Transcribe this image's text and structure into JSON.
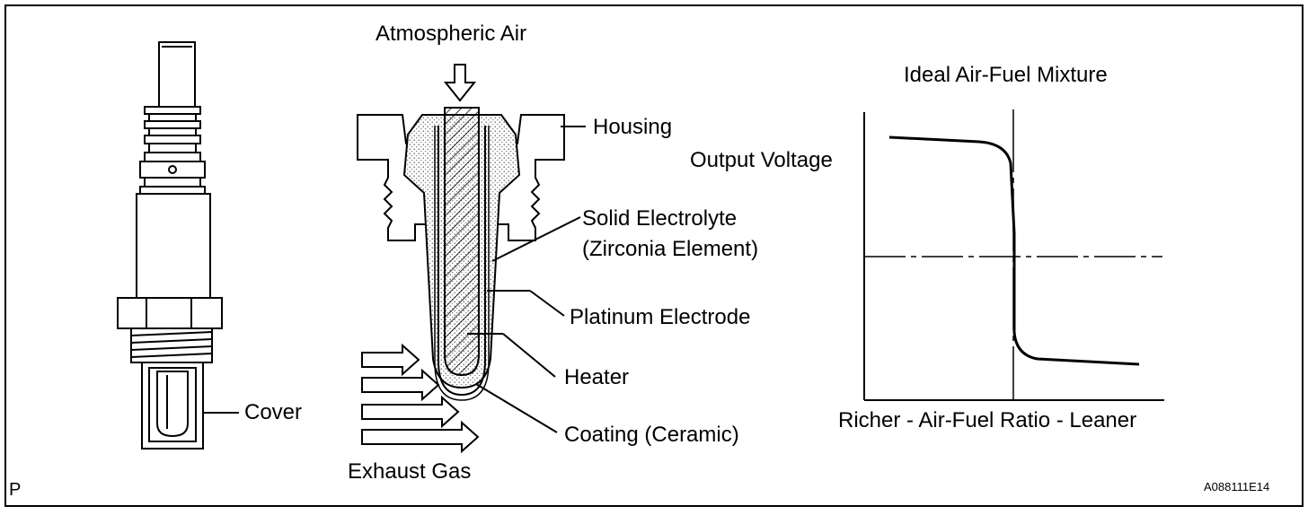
{
  "labels": {
    "atmospheric_air": "Atmospheric Air",
    "housing": "Housing",
    "solid_electrolyte_1": "Solid  Electrolyte",
    "solid_electrolyte_2": "(Zirconia Element)",
    "platinum_electrode": "Platinum Electrode",
    "heater": "Heater",
    "coating": "Coating (Ceramic)",
    "exhaust_gas": "Exhaust Gas",
    "cover": "Cover",
    "graph_title": "Ideal Air-Fuel Mixture",
    "output_voltage": "Output Voltage",
    "x_axis": "Richer - Air-Fuel Ratio - Leaner",
    "corner_mark": "P",
    "figure_code": "A088111E14"
  }
}
